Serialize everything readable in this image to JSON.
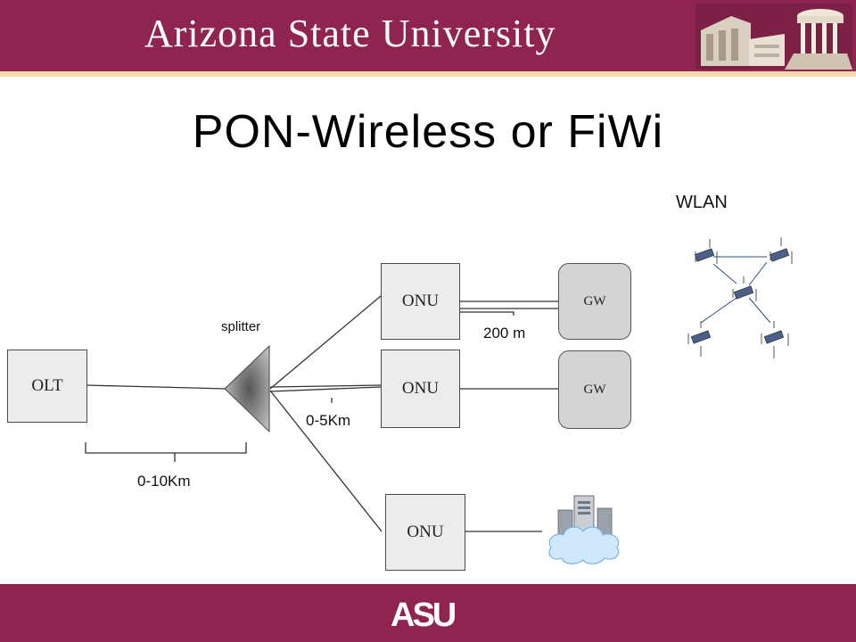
{
  "header": {
    "university": "Arizona State University"
  },
  "slide": {
    "title": "PON-Wireless or FiWi"
  },
  "diagram": {
    "olt": "OLT",
    "splitter": "splitter",
    "onu_top": "ONU",
    "onu_middle": "ONU",
    "onu_bottom": "ONU",
    "gw_top": "GW",
    "gw_middle": "GW",
    "wlan": "WLAN",
    "dist_olt_splitter": "0-10Km",
    "dist_splitter_onu": "0-5Km",
    "dist_onu_gw": "200 m"
  },
  "footer": {
    "logo": "ASU"
  },
  "colors": {
    "brand_maroon": "#8f2450",
    "brand_gold": "#f5d9a8"
  }
}
